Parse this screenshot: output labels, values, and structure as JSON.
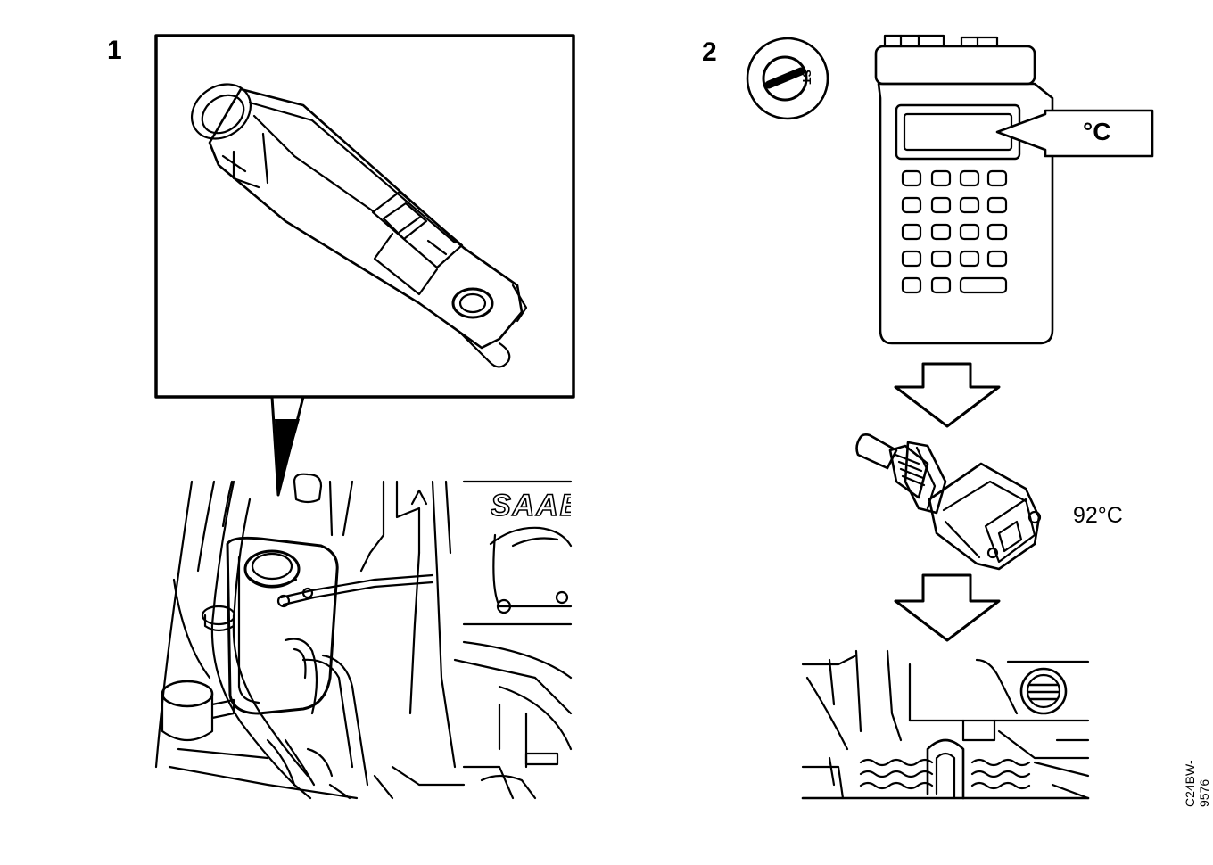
{
  "steps": {
    "step1": {
      "number": "1"
    },
    "step2": {
      "number": "2",
      "ignition_key_label": "ST",
      "tester_display_unit": "°C",
      "sensor_reading": "92°C"
    }
  },
  "figure_code": "C24BW-9576",
  "logo_text": "SAAB",
  "colors": {
    "ink": "#000000",
    "paper": "#ffffff"
  }
}
